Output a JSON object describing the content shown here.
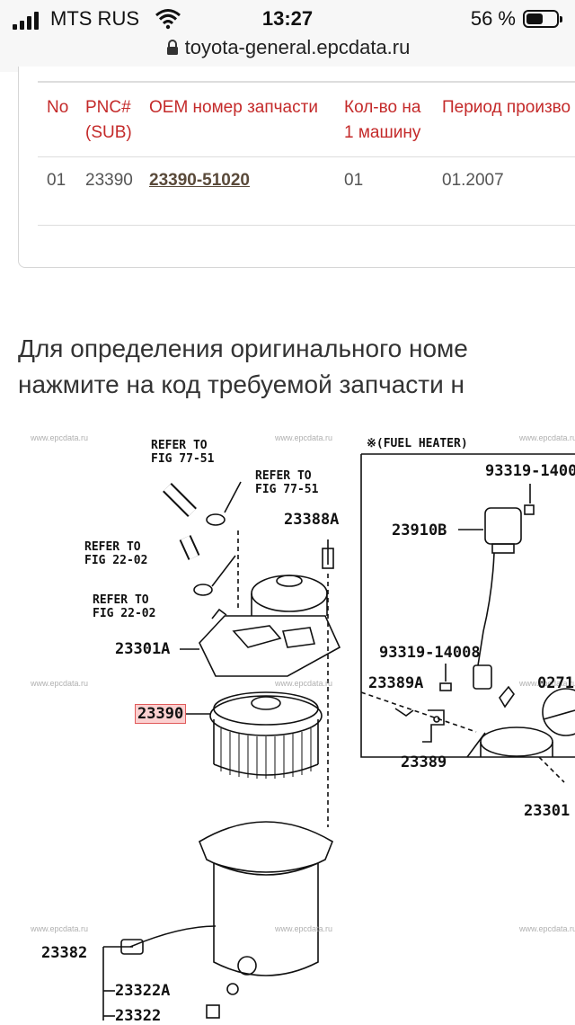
{
  "status_bar": {
    "carrier": "MTS RUS",
    "time": "13:27",
    "battery_percent": "56 %",
    "battery_level": 0.56
  },
  "browser": {
    "url": "toyota-general.epcdata.ru"
  },
  "parts_table": {
    "headers": {
      "no": "No",
      "pnc_line1": "PNC#",
      "pnc_line2": "(SUB)",
      "oem": "OEM номер запчасти",
      "qty_line1": "Кол-во на",
      "qty_line2": "1 машину",
      "period": "Период произво"
    },
    "rows": [
      {
        "no": "01",
        "pnc": "23390",
        "oem": "23390-51020",
        "qty": "01",
        "period": "01.2007"
      }
    ]
  },
  "instruction": {
    "line1": "Для определения оригинального номе",
    "line2": "нажмите на код требуемой запчасти н"
  },
  "diagram": {
    "watermark": "www.epcdata.ru",
    "heater_title": "※(FUEL HEATER)",
    "refs": {
      "refer_to": "REFER TO",
      "fig_77_51": "FIG 77-51",
      "fig_22_02": "FIG 22-02"
    },
    "labels": {
      "p23388a": "23388A",
      "p23301a": "23301A",
      "p23390": "23390",
      "p23382": "23382",
      "p23322a": "23322A",
      "p23322": "23322",
      "p93319_1": "93319-1400",
      "p23910b": "23910B",
      "p93319_2": "93319-14008",
      "p23389a": "23389A",
      "p0271": "0271",
      "p23389": "23389",
      "p23301": "23301"
    }
  }
}
